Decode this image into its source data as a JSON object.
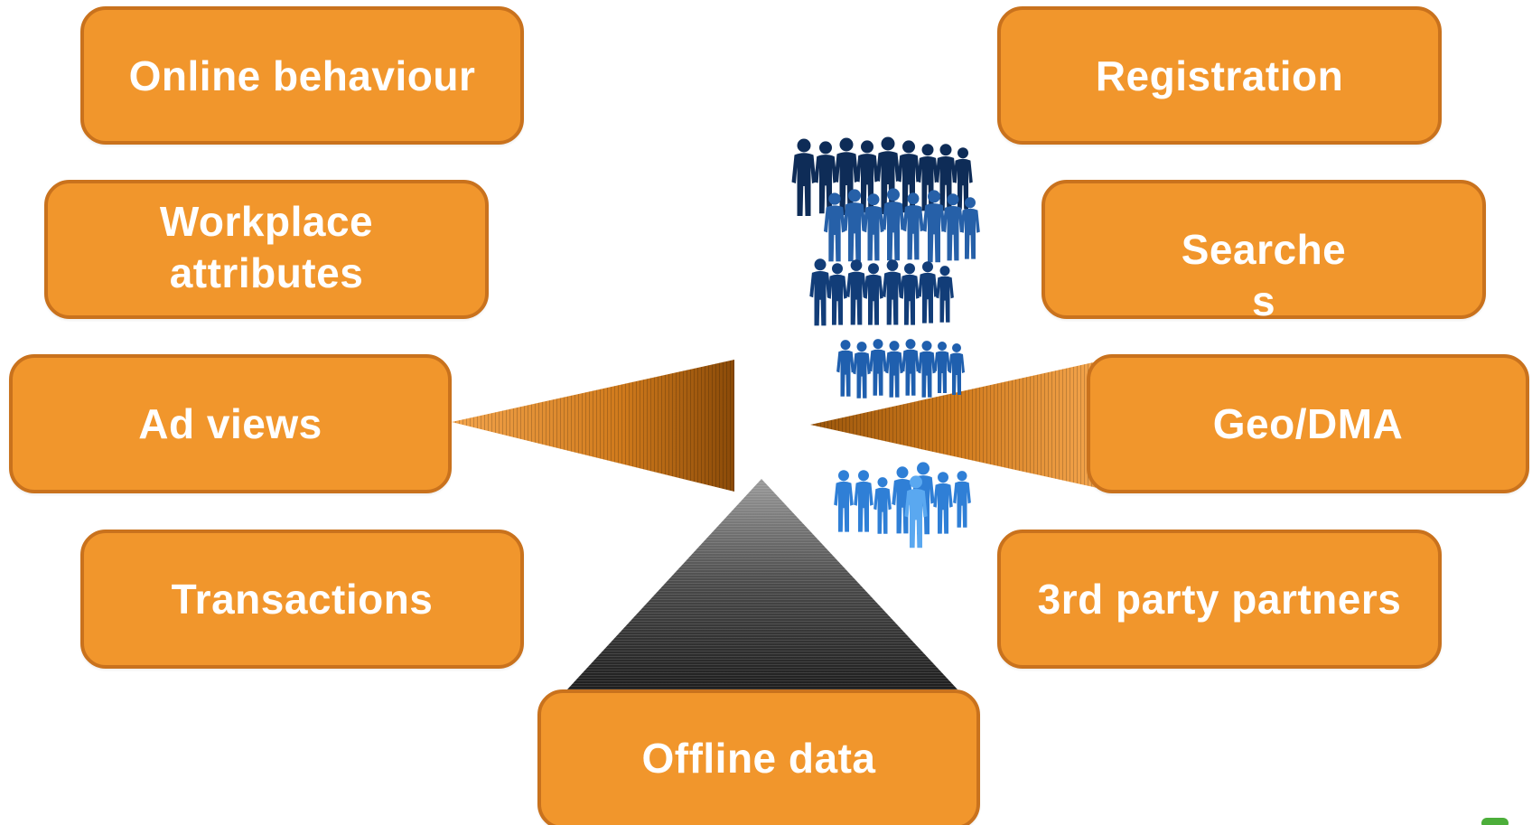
{
  "left_boxes": {
    "online": "Online behaviour",
    "workplace": "Workplace attributes",
    "ad_views": "Ad views",
    "transactions": "Transactions"
  },
  "bottom_box": {
    "offline": "Offline data"
  },
  "right_boxes": {
    "registration": "Registration",
    "searches": "Searches",
    "geo": "Geo/DMA",
    "third_party": "3rd party partners"
  },
  "colors": {
    "box_fill": "#f1962c",
    "box_border": "#c9721d",
    "box_text": "#ffffff",
    "funnel_orange": "#b5650f",
    "pyramid_dark": "#2b2b2b",
    "crowd_dark": "#0e2c57",
    "crowd_mid": "#1f5fae",
    "crowd_light": "#3a8be0"
  },
  "icons": {
    "crowd": "people-crowd-icon"
  }
}
